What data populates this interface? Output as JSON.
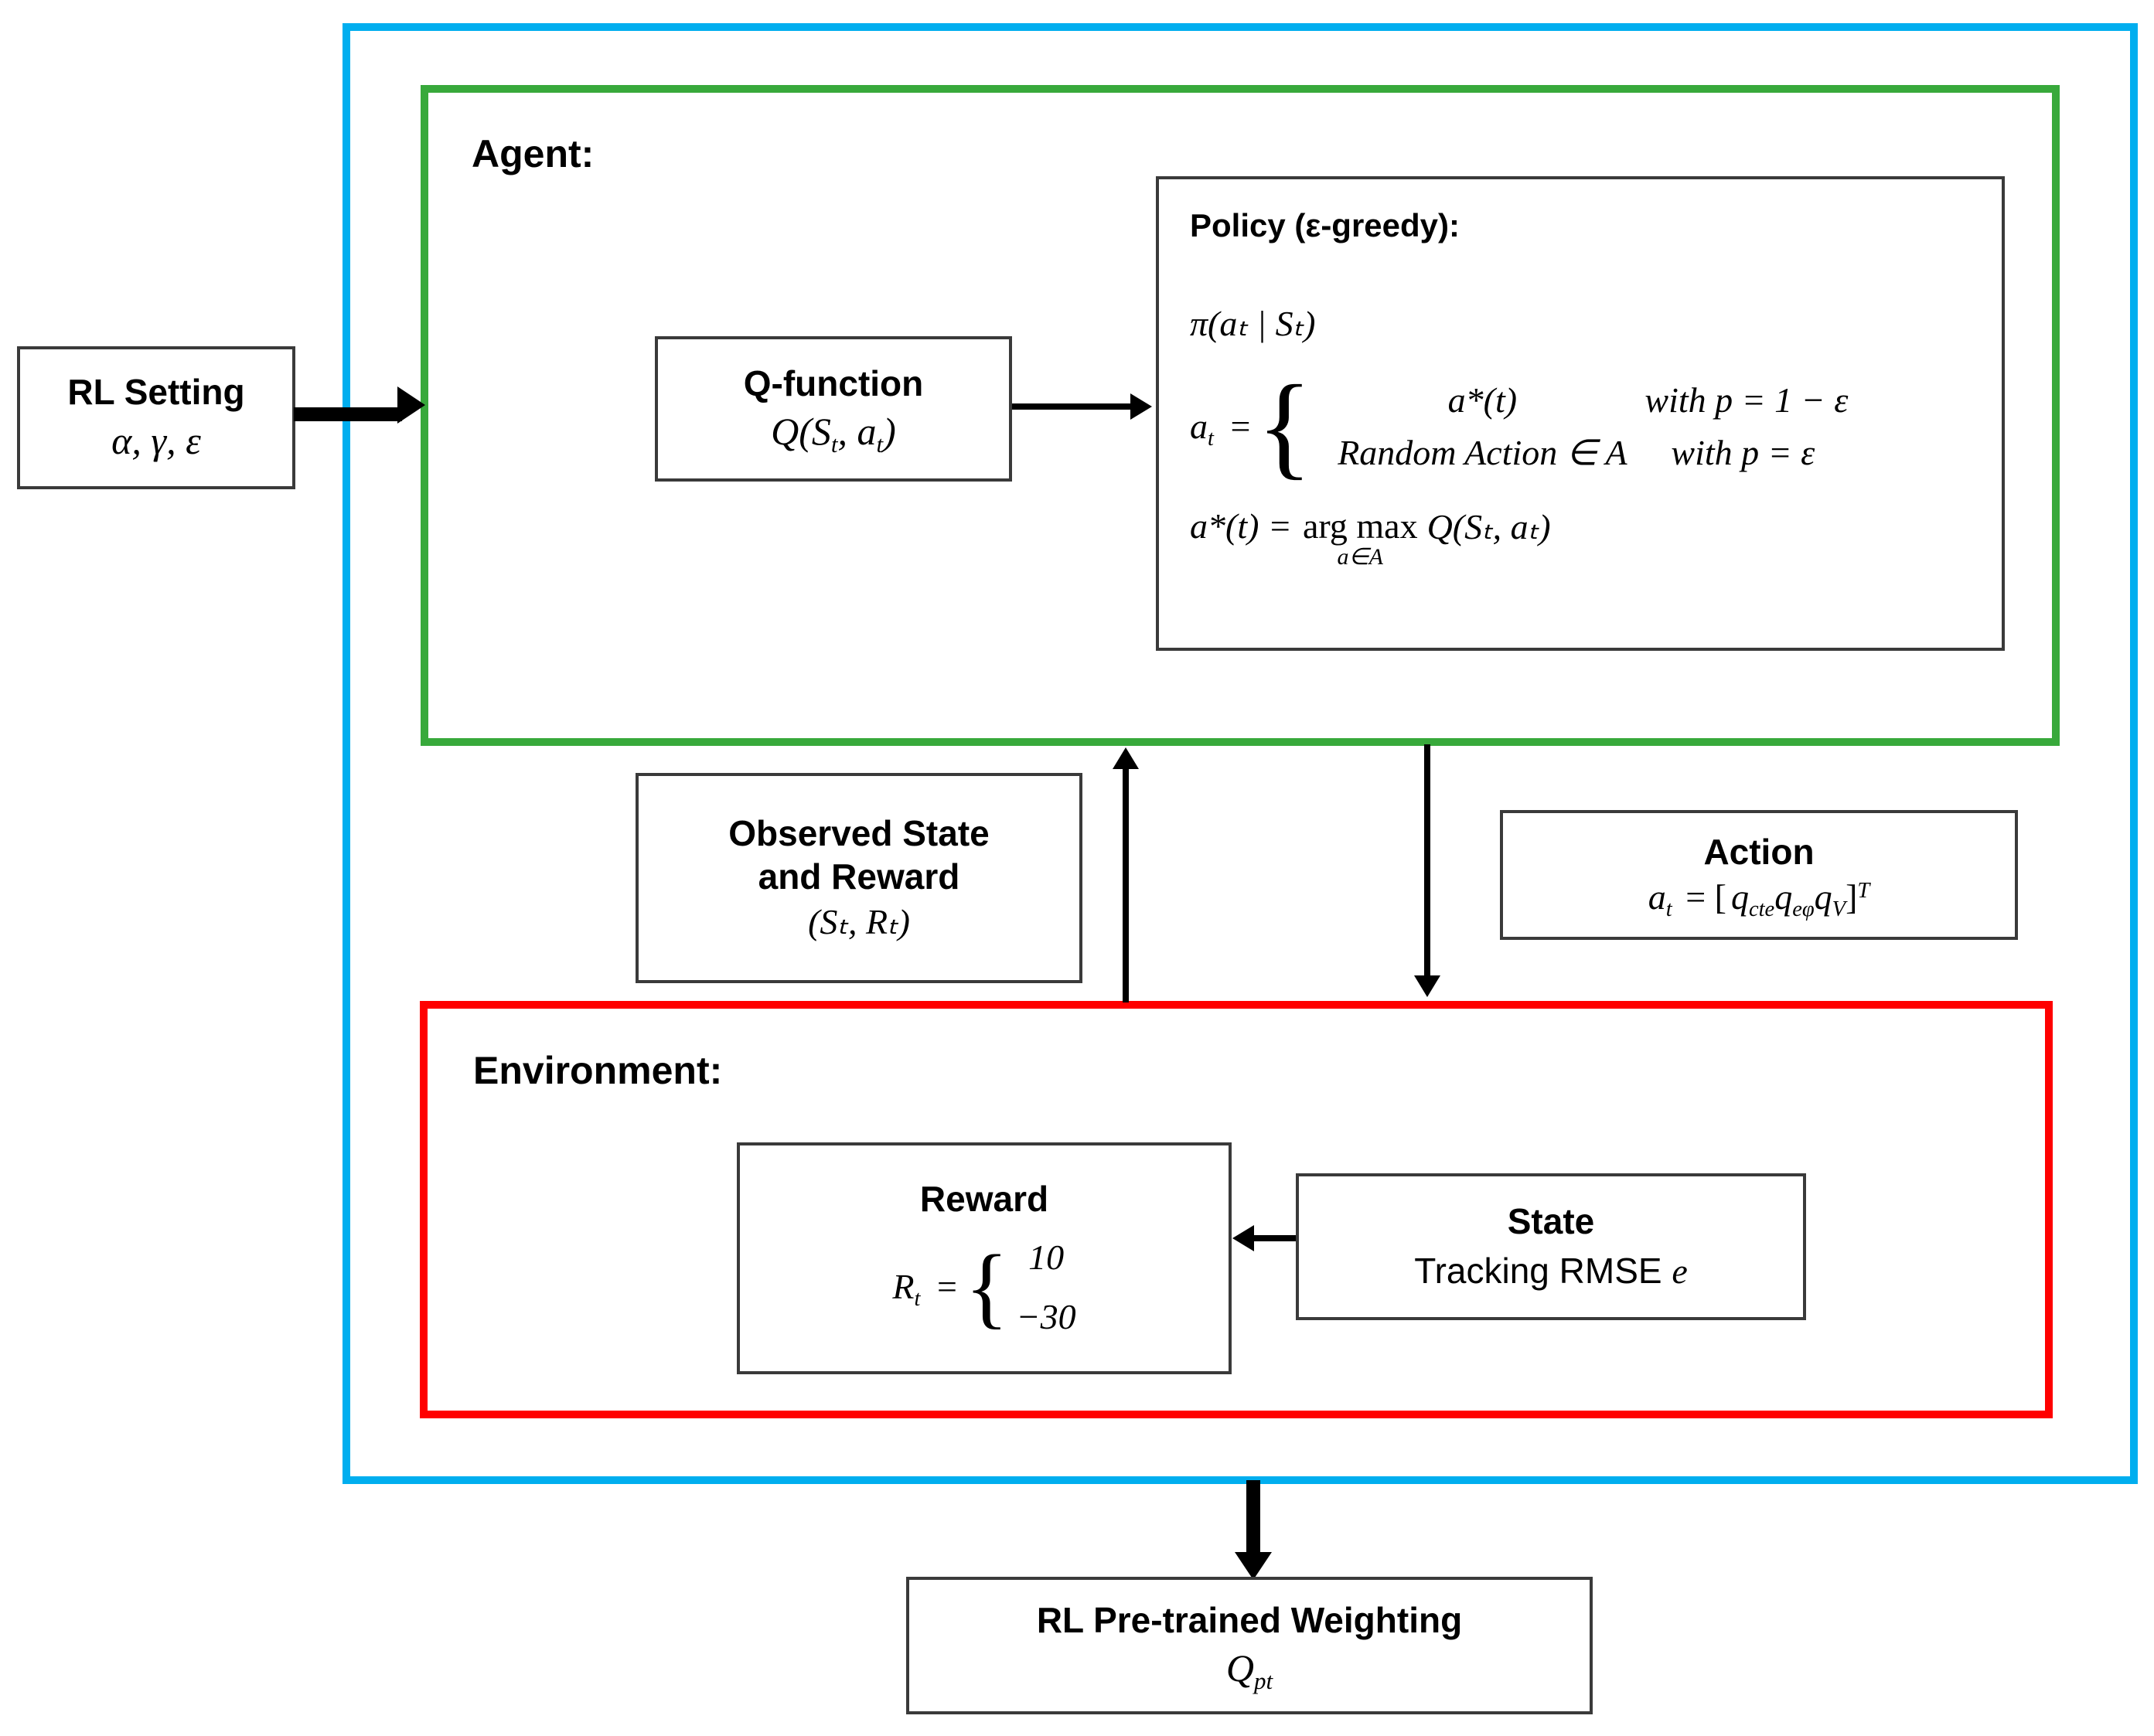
{
  "colors": {
    "outer_frame": "#00AEEF",
    "agent_frame": "#38A93B",
    "environment_frame": "#FF0000",
    "box_border": "#3a3a3a",
    "text": "#000000",
    "background": "#ffffff"
  },
  "containers": {
    "agent_label": "Agent:",
    "environment_label": "Environment:"
  },
  "rl_setting": {
    "title": "RL Setting",
    "params": "α, γ, ε"
  },
  "q_function": {
    "title": "Q-function",
    "formula_q": "Q",
    "formula_args_open": "(",
    "formula_s": "S",
    "formula_s_sub": "t",
    "formula_comma": ", ",
    "formula_a": "a",
    "formula_a_sub": "t",
    "formula_args_close": ")"
  },
  "policy": {
    "title": "Policy (ε-greedy):",
    "pi_line": "π(aₜ | Sₜ)",
    "at_label": "a",
    "at_sub": "t",
    "equals": "=",
    "case1_value": "a*(t)",
    "case1_prob": "with p = 1 − ε",
    "case2_value": "Random Action ∈ A",
    "case2_prob": "with p = ε",
    "argmax_lhs": "a*(t) =",
    "argmax_op": "arg max",
    "argmax_sub": "a∈A",
    "argmax_rhs": "Q(Sₜ, aₜ)"
  },
  "observed": {
    "line1": "Observed State",
    "line2": "and Reward",
    "formula": "(Sₜ, Rₜ)"
  },
  "action": {
    "title": "Action",
    "formula_lhs": "a",
    "formula_lhs_sub": "t",
    "formula_eq": "= [",
    "formula_q1": "q",
    "formula_q1_sub": "cte",
    "formula_q2": "q",
    "formula_q2_sub": "eφ",
    "formula_q3": "q",
    "formula_q3_sub": "V",
    "formula_close": "]",
    "formula_sup": "T"
  },
  "reward": {
    "title": "Reward",
    "lhs": "R",
    "lhs_sub": "t",
    "equals": "=",
    "values": [
      "10",
      "−30"
    ]
  },
  "state": {
    "title": "State",
    "subtitle": "Tracking RMSE",
    "symbol": "e"
  },
  "pretrained": {
    "title": "RL Pre-trained Weighting",
    "symbol": "Q",
    "symbol_sub": "pt"
  },
  "arrows": [
    {
      "name": "rl-setting-to-agent",
      "direction": "right",
      "style": "thick"
    },
    {
      "name": "qfunction-to-policy",
      "direction": "right",
      "style": "thin"
    },
    {
      "name": "environment-to-agent",
      "direction": "up",
      "style": "thin"
    },
    {
      "name": "agent-to-environment",
      "direction": "down",
      "style": "thin"
    },
    {
      "name": "state-to-reward",
      "direction": "left",
      "style": "thin"
    },
    {
      "name": "system-to-pretrained",
      "direction": "down",
      "style": "thick"
    }
  ]
}
